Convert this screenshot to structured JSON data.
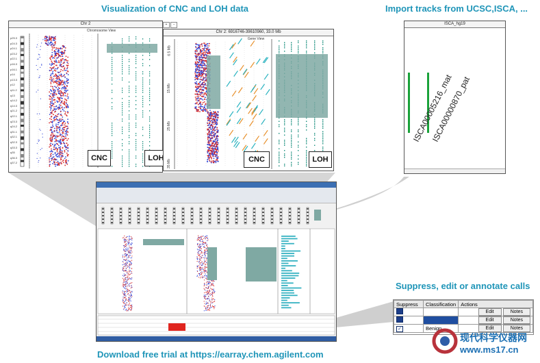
{
  "captions": {
    "top_left": "Visualization of CNC and LOH data",
    "top_right": "Import tracks from UCSC,ISCA, ...",
    "right_mid": "Suppress, edit or annotate calls",
    "bottom": "Download free trial at https://earray.chem.agilent.com"
  },
  "left_panel": {
    "chr_title": "Chr 2",
    "chr_view_label": "Chromosome View",
    "cnc_tag": "CNC",
    "loh_tag": "LOH",
    "band_labels": [
      "p25.3",
      "p24.3",
      "p24.1",
      "p23.2",
      "p22.1",
      "p16.3",
      "p16.1",
      "p14",
      "p13.3",
      "p12",
      "q11.2",
      "q13",
      "q14.2",
      "q14.3",
      "q21.2",
      "q22.1",
      "q23.3",
      "q24.2",
      "q31.1",
      "q32.1",
      "q32.3",
      "q33.3",
      "q35",
      "q36.3",
      "q37.2"
    ]
  },
  "right_panel": {
    "chr_title": "Chr 2: 6916746-39610960, 33.0 Mb",
    "gene_view_label": "Gene View",
    "axis_ticks": [
      "6.5 Mb",
      "15 Mb",
      "25 Mb",
      "35 Mb"
    ],
    "cnc_tag": "CNC",
    "loh_tag": "LOH"
  },
  "isca_panel": {
    "title": "ISCA_hg19",
    "track_labels": [
      "ISCA00005216_mat",
      "ISCA00000870_pat"
    ]
  },
  "calls_table": {
    "headers": [
      "Suppress",
      "Classification",
      "Actions"
    ],
    "rows": [
      {
        "classification": "",
        "edit": "Edit",
        "notes": "Notes"
      },
      {
        "classification": "",
        "edit": "Edit",
        "notes": "Notes"
      },
      {
        "classification": "Benign",
        "edit": "Edit",
        "notes": "Notes"
      }
    ],
    "colors": {
      "selected": "#1f4ea0",
      "check": "#1d3e8a"
    }
  },
  "watermark": {
    "line1": "现代科学仪器网",
    "line2": "www.ms17.cn"
  },
  "colors": {
    "caption": "#1f95b8",
    "teal": "#7fa9a3",
    "red": "#d62a2a",
    "blue": "#3044d6",
    "green": "#1aa23a"
  }
}
